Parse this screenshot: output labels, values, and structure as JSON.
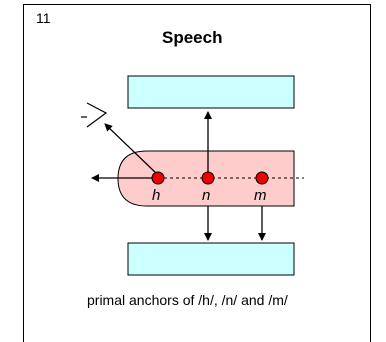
{
  "slide": {
    "number": "11",
    "title": "Speech",
    "caption": "primal anchors of /h/, /n/ and /m/"
  },
  "diagram": {
    "anchors": [
      {
        "id": "h",
        "label": "h"
      },
      {
        "id": "n",
        "label": "n"
      },
      {
        "id": "m",
        "label": "m"
      }
    ],
    "colors": {
      "plate_fill": "#ccffff",
      "body_fill": "#ffcccc",
      "node_fill": "#ee0000",
      "stroke": "#000000"
    }
  }
}
